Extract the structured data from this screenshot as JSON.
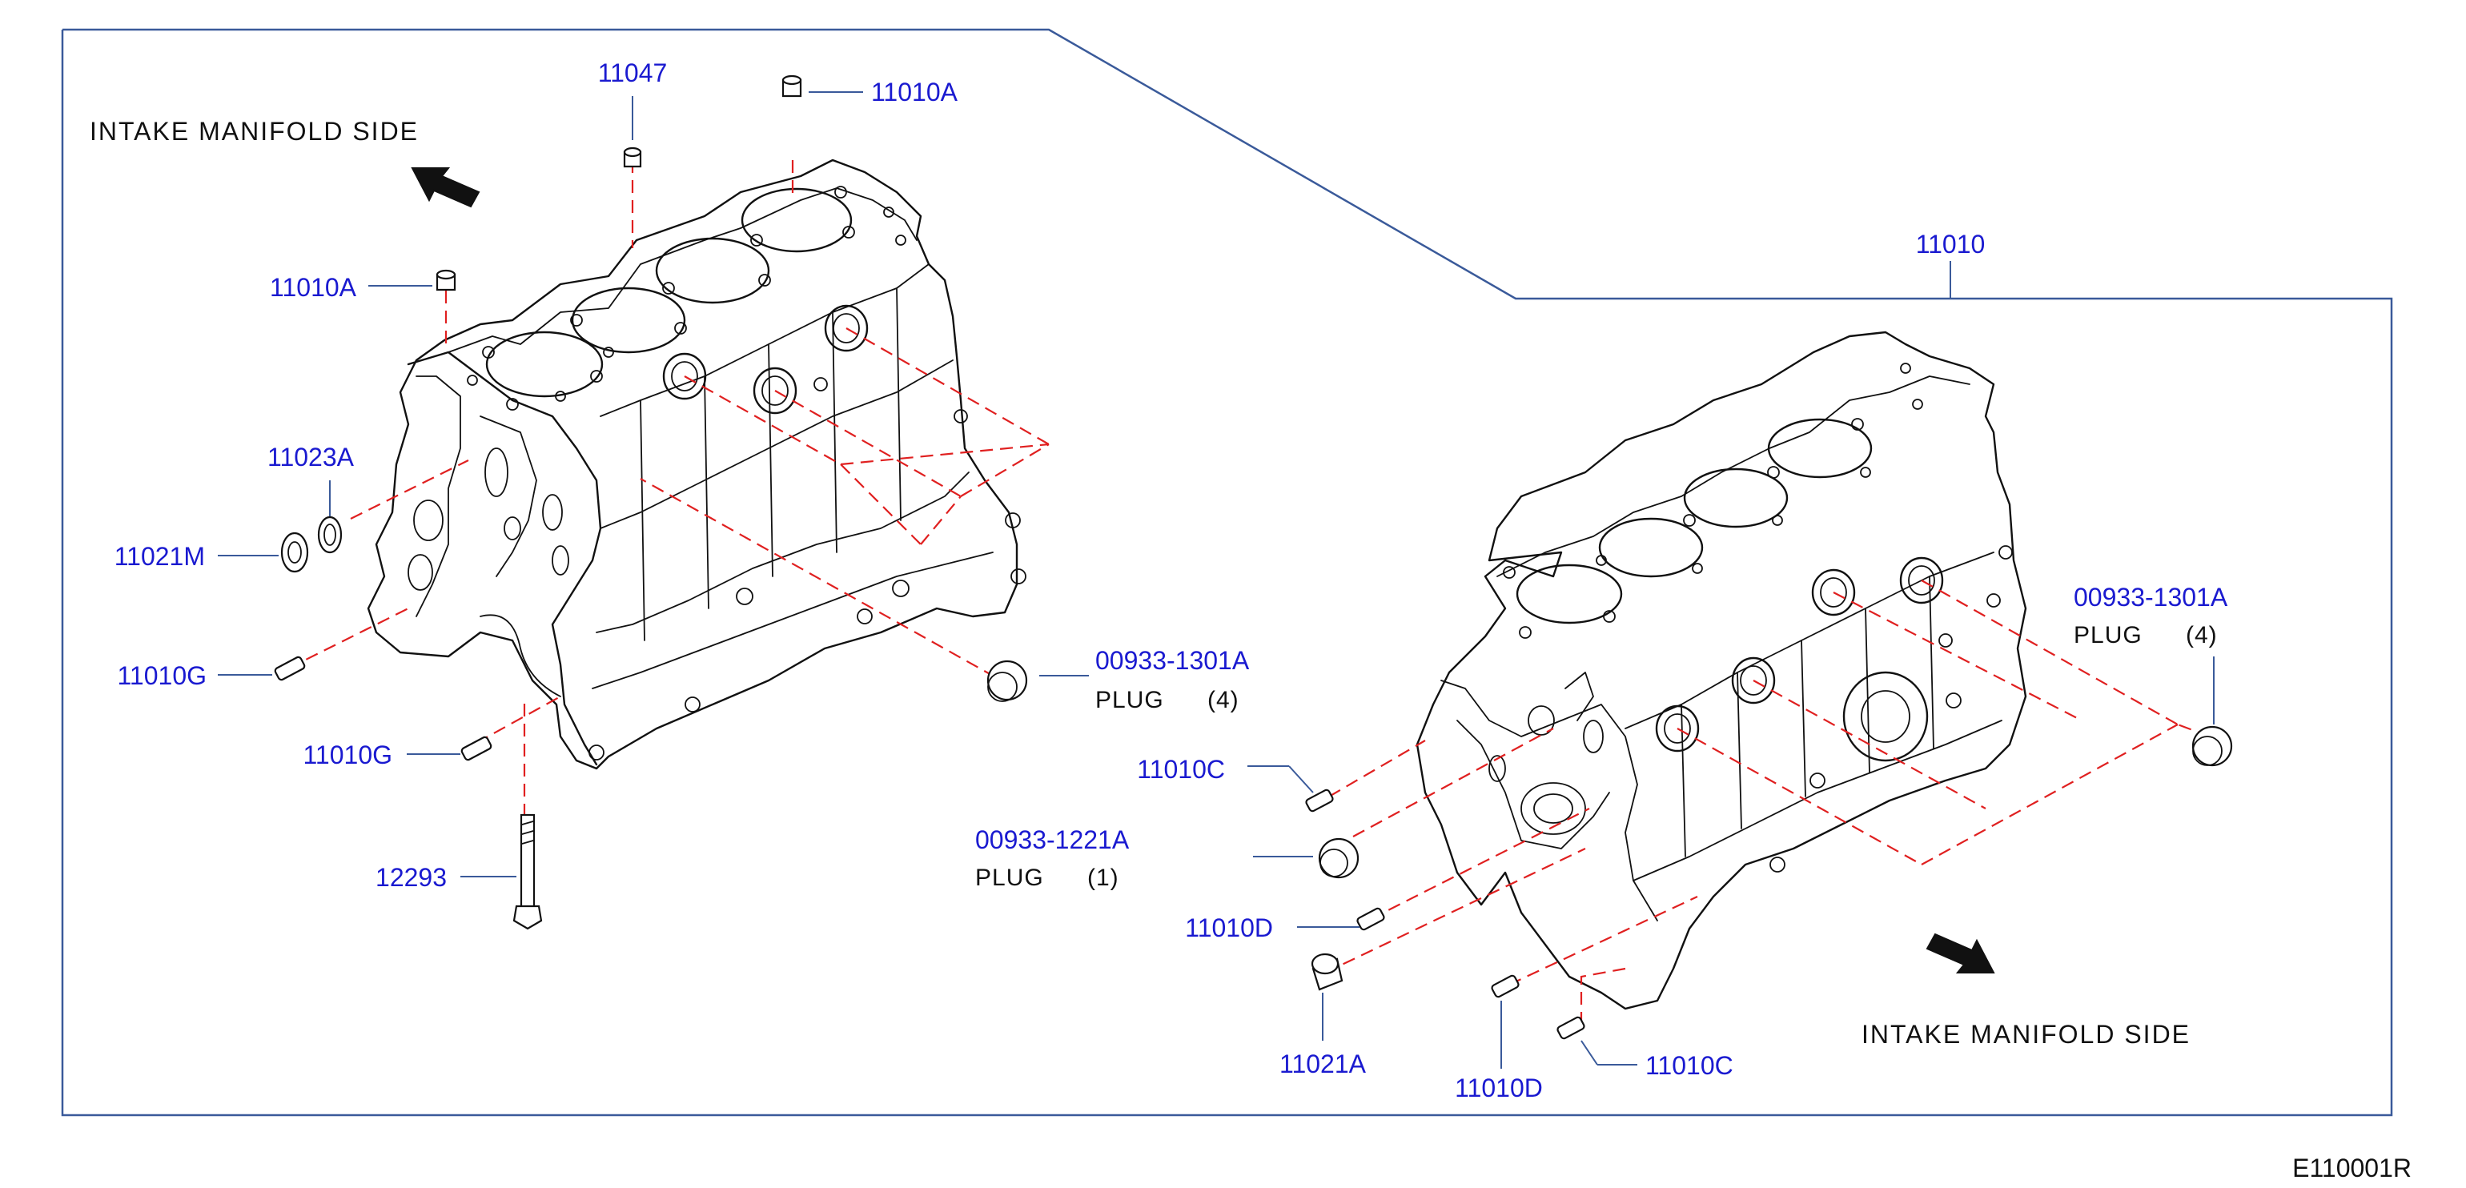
{
  "diagram": {
    "frame_callout": "11010",
    "left_block": {
      "direction_label": "INTAKE  MANIFOLD  SIDE",
      "callouts": {
        "c11047": "11047",
        "c11010a_top": "11010A",
        "c11010a_left": "11010A",
        "c11023a": "11023A",
        "c11021m": "11021M",
        "c11010g_1": "11010G",
        "c11010g_2": "11010G",
        "c12293": "12293",
        "c00933_1301a": "00933-1301A"
      },
      "plug_text": "PLUG",
      "plug_qty": "(4)"
    },
    "right_block": {
      "direction_label": "INTAKE  MANIFOLD  SIDE",
      "callouts": {
        "c00933_1301a": "00933-1301A",
        "c11010c_1": "11010C",
        "c00933_1221a": "00933-1221A",
        "c11010d_1": "11010D",
        "c11021a": "11021A",
        "c11010d_2": "11010D",
        "c11010c_2": "11010C"
      },
      "plug_text_a": "PLUG",
      "plug_qty_a": "(4)",
      "plug_text_b": "PLUG",
      "plug_qty_b": "(1)"
    },
    "diagram_code": "E110001R",
    "icons": {
      "arrow_left": "arrow-up-left-icon",
      "arrow_right": "arrow-down-right-icon"
    },
    "colors": {
      "callout": "#1a1ad0",
      "frame": "#3a5a9a",
      "dash": "#e02020",
      "line": "#111111"
    }
  }
}
